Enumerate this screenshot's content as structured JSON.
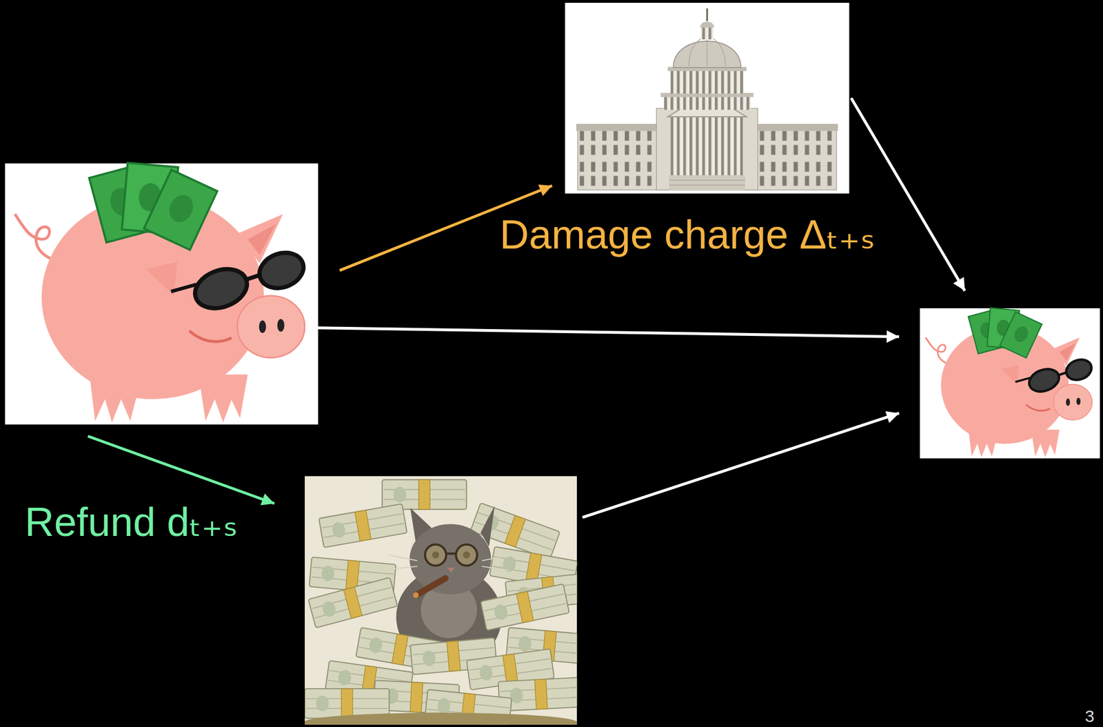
{
  "diagram": {
    "nodes": [
      {
        "text": []
      },
      {
        "text": []
      },
      {
        "text": []
      },
      {
        "text": []
      }
    ],
    "edges": [
      {
        "from": 0,
        "to": 1,
        "arrow": "to",
        "label": "Damage charge Δₜ₊ₛ"
      },
      {
        "from": 0,
        "to": 2,
        "arrow": "to"
      },
      {
        "from": 0,
        "to": 3,
        "arrow": "to",
        "label": "Refund dₜ₊ₛ"
      },
      {
        "from": 1,
        "to": 2,
        "arrow": "to"
      },
      {
        "from": 3,
        "to": 2,
        "arrow": "to"
      }
    ],
    "labels": [
      "3"
    ]
  }
}
